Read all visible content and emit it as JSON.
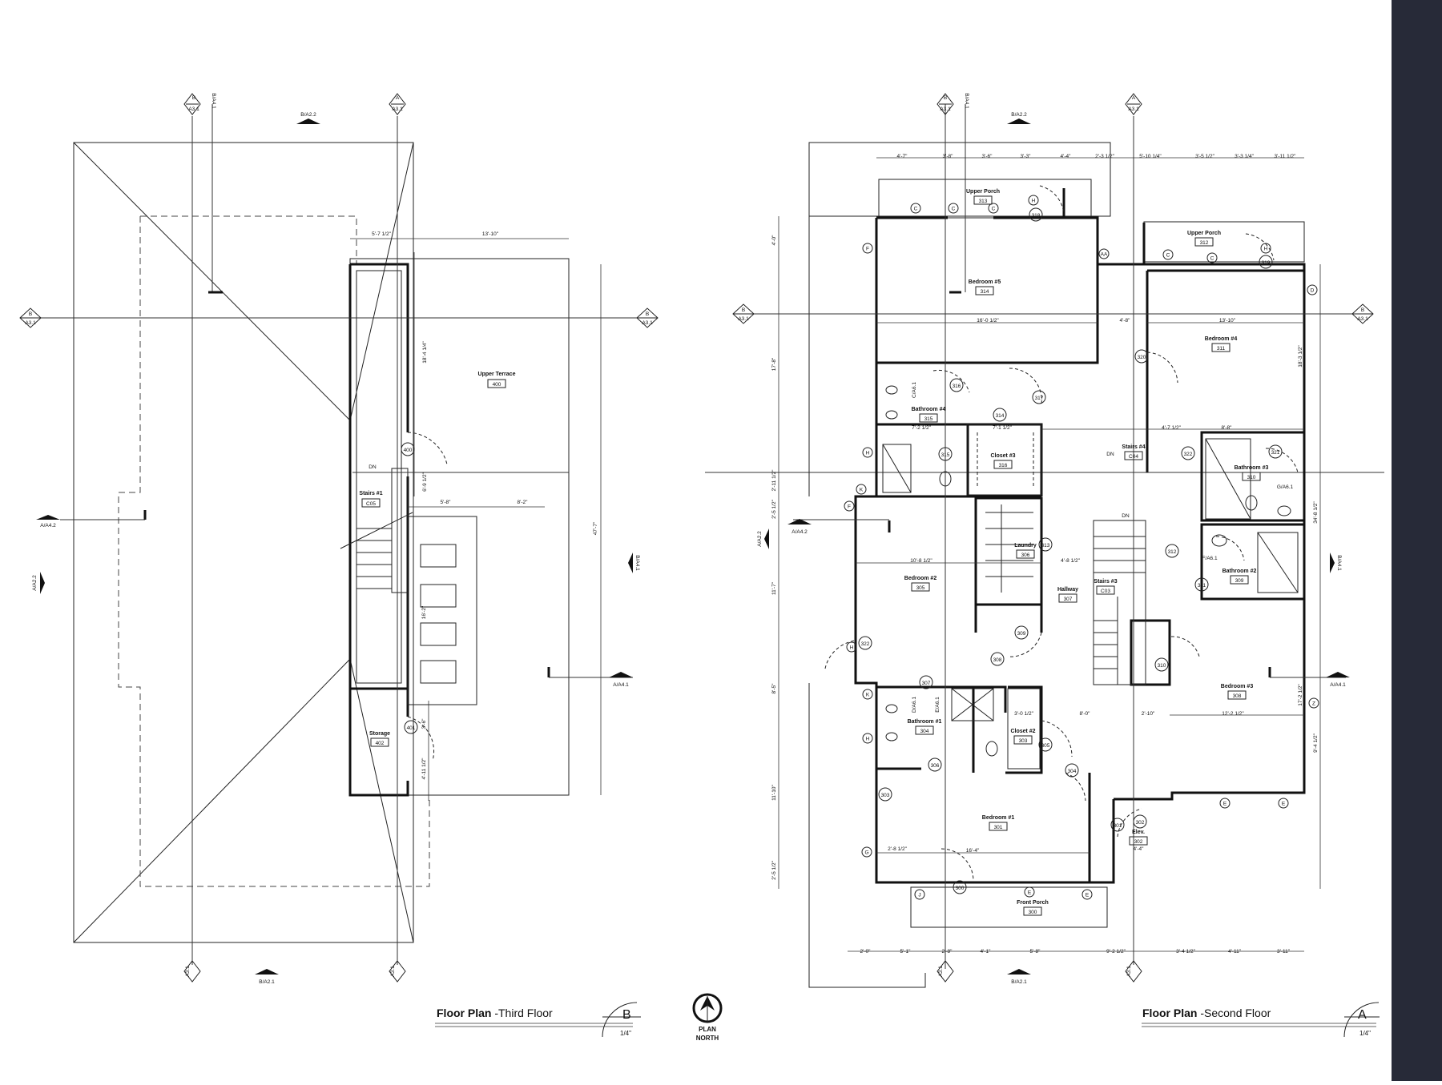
{
  "titles": {
    "left_bold": "Floor Plan",
    "left_rest": " -Third Floor",
    "left_letter": "B",
    "left_scale": "1/4\"",
    "right_bold": "Floor Plan",
    "right_rest": " -Second Floor",
    "right_letter": "A",
    "right_scale": "1/4\"",
    "north_1": "PLAN",
    "north_2": "NORTH"
  },
  "third_floor": {
    "rooms": [
      {
        "name": "Upper Terrace",
        "number": "400"
      },
      {
        "name": "Stairs #1",
        "number": "C05"
      },
      {
        "name": "Storage",
        "number": "402"
      }
    ],
    "door_tags": [
      "400",
      "401"
    ],
    "dimensions": [
      "5'-7 1/2\"",
      "13'-10\"",
      "18'-4 1/4\"",
      "6'-9 1/2\"",
      "5'-8\"",
      "8'-2\"",
      "47'-7\"",
      "16'-2\"",
      "3'-6\"",
      "4'-11 1/2\""
    ],
    "dn_label": "DN",
    "section_marks": [
      "B",
      "A3.1",
      "B/A4.1",
      "A/A3.1",
      "B/A2.2",
      "B/A2.1",
      "A/A4.2",
      "A/A4.1",
      "A/A2.2",
      "B/A4.1"
    ]
  },
  "second_floor": {
    "rooms": [
      {
        "name": "Upper Porch",
        "number": "313"
      },
      {
        "name": "Upper Porch",
        "number": "312"
      },
      {
        "name": "Bedroom #5",
        "number": "314"
      },
      {
        "name": "Bedroom #4",
        "number": "311"
      },
      {
        "name": "Bathroom #4",
        "number": "315"
      },
      {
        "name": "Closet #3",
        "number": "316"
      },
      {
        "name": "Stairs #4",
        "number": "C04"
      },
      {
        "name": "Bathroom #3",
        "number": "310"
      },
      {
        "name": "Bedroom #2",
        "number": "305"
      },
      {
        "name": "Laundry",
        "number": "306"
      },
      {
        "name": "Hallway",
        "number": "307"
      },
      {
        "name": "Stairs #3",
        "number": "C03"
      },
      {
        "name": "Bathroom #2",
        "number": "309"
      },
      {
        "name": "Bedroom #3",
        "number": "308"
      },
      {
        "name": "Bathroom #1",
        "number": "304"
      },
      {
        "name": "Closet #2",
        "number": "303"
      },
      {
        "name": "Bedroom #1",
        "number": "301"
      },
      {
        "name": "Elev.",
        "number": "302"
      },
      {
        "name": "Front Porch",
        "number": "300"
      }
    ],
    "door_tags": [
      "318",
      "319",
      "320",
      "316",
      "317",
      "314",
      "315",
      "322",
      "321",
      "313",
      "312",
      "311",
      "310",
      "309",
      "308",
      "307",
      "306",
      "305",
      "304",
      "303",
      "302",
      "301",
      "300",
      "322"
    ],
    "top_dims": [
      "4'-7\"",
      "3'-8\"",
      "3'-6\"",
      "3'-3\"",
      "4'-4\"",
      "2'-3 1/2\"",
      "5'-10 1/4\"",
      "3'-5 1/2\"",
      "3'-3 1/4\"",
      "3'-11 1/2\""
    ],
    "bottom_dims": [
      "2'-0\"",
      "5'-1\"",
      "2'-8\"",
      "4'-1\"",
      "5'-8\"",
      "9'-2 1/2\"",
      "3'-4 1/2\"",
      "4'-11\"",
      "3'-11\""
    ],
    "left_dims": [
      "4'-0\"",
      "17'-8\"",
      "2'-11 1/2\"",
      "2'-5 1/2\"",
      "11'-7\"",
      "8'-5\"",
      "11'-10\"",
      "2'-5 1/2\""
    ],
    "interior_dims": [
      "16'-0 1/2\"",
      "4'-8\"",
      "13'-10\"",
      "10'-8 1/2\"",
      "4'-8 1/2\"",
      "4'-7 1/2\"",
      "8'-8\"",
      "12'-2 1/2\"",
      "16'-4\"",
      "8'-0\"",
      "2'-10\"",
      "7'-2 1/2\"",
      "7'-1 1/2\"",
      "34'-8 1/2\"",
      "18'-3 1/2\"",
      "17'-2 1/2\"",
      "9'-4 1/2\"",
      "3'-0 1/2\"",
      "2'-8 1/2\"",
      "4'-4\""
    ],
    "grid_tags": [
      "C",
      "C",
      "C",
      "H",
      "AA",
      "C",
      "C",
      "H",
      "F",
      "D",
      "H",
      "K",
      "F",
      "H",
      "K",
      "H",
      "G",
      "J",
      "E",
      "E",
      "E",
      "E",
      "Z"
    ],
    "dn_labels": [
      "DN",
      "DN"
    ],
    "section_marks": [
      "B",
      "A3.1",
      "B/A4.1",
      "A/A3.1",
      "B/A2.2",
      "B/A2.1",
      "A/A4.2",
      "A/A4.1",
      "A/A2.2",
      "B/A4.1",
      "C/A6.1",
      "D/A6.1",
      "E/A6.1",
      "F/A6.1",
      "G/A6.1"
    ]
  },
  "colors": {
    "background": "#ffffff",
    "line": "#111111",
    "side_strip": "#272a38"
  }
}
